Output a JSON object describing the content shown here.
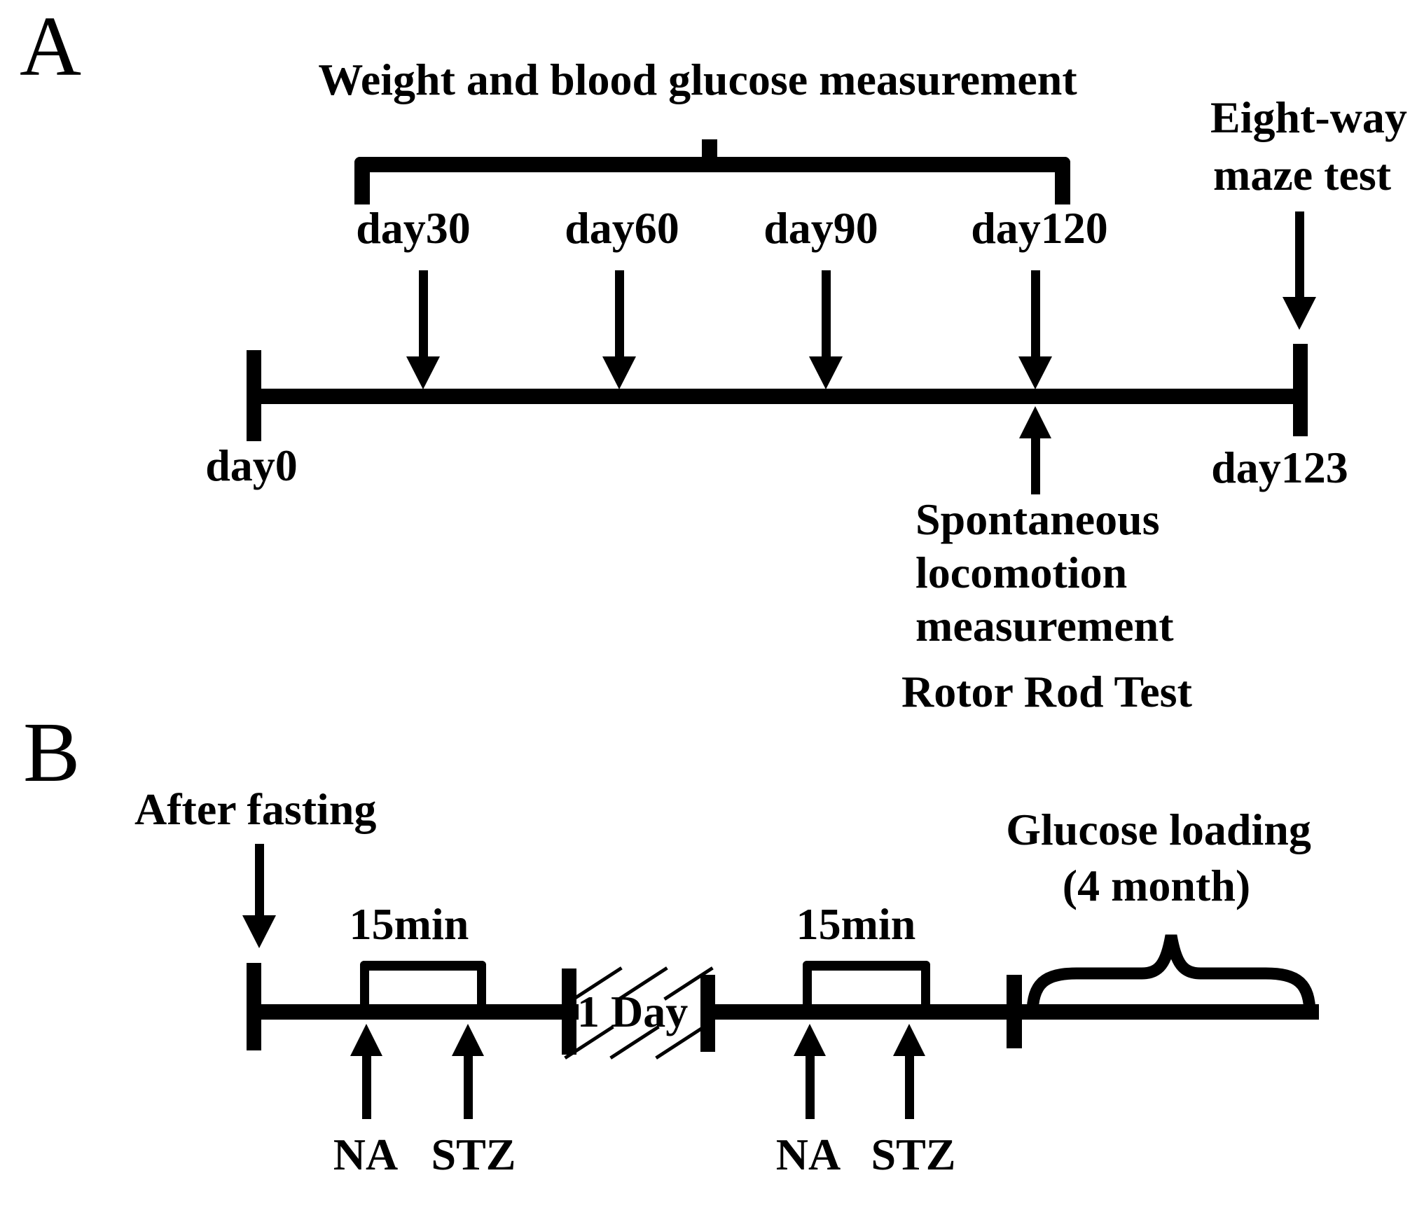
{
  "figure": {
    "background": "#ffffff",
    "ink": "#000000",
    "panelA": {
      "letter": "A",
      "title": "Weight and blood glucose measurement",
      "timepoints": [
        "day30",
        "day60",
        "day90",
        "day120"
      ],
      "start_label": "day0",
      "end_label": "day123",
      "maze_label_line1": "Eight-way",
      "maze_label_line2": "maze test",
      "spontaneous_line1": "Spontaneous",
      "spontaneous_line2": "locomotion",
      "spontaneous_line3": "measurement",
      "rotor_label": "Rotor Rod Test"
    },
    "panelB": {
      "letter": "B",
      "fasting_label": "After fasting",
      "interval1_label": "15min",
      "interval2_label": "15min",
      "break_label": "1 Day",
      "glucose_line1": "Glucose loading",
      "glucose_line2": "(4 month)",
      "na1_label": "NA",
      "stz1_label": "STZ",
      "na2_label": "NA",
      "stz2_label": "STZ"
    }
  }
}
